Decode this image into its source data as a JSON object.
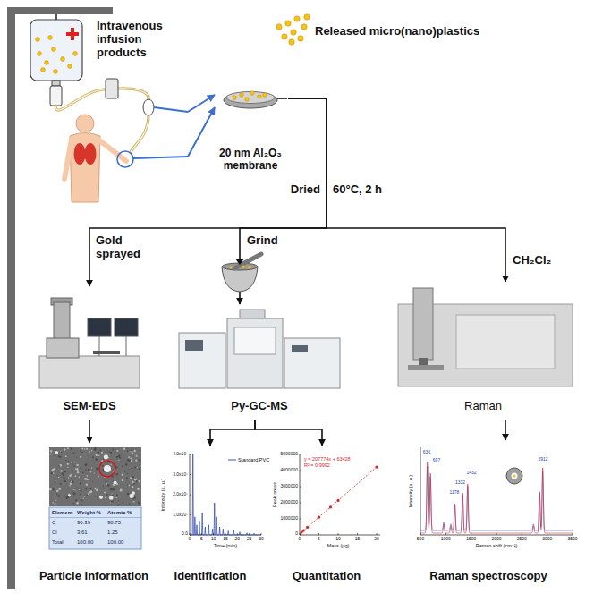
{
  "diagram": {
    "nodes": [
      {
        "text": [
          "Intravenous infusion products"
        ]
      },
      {
        "text": [
          "20 nm Al₂O₃ membrane"
        ]
      },
      {
        "text": [
          "SEM-EDS"
        ]
      },
      {
        "text": [
          "Py-GC-MS"
        ]
      },
      {
        "text": [
          "Raman"
        ]
      },
      {
        "text": [
          "Particle information"
        ]
      },
      {
        "text": [
          "Identification"
        ]
      },
      {
        "text": [
          "Quantitation"
        ]
      },
      {
        "text": [
          "Raman spectroscopy"
        ]
      }
    ],
    "edges": [
      {
        "from": 0,
        "to": 1,
        "arrow": "to"
      },
      {
        "from": 0,
        "to": 1,
        "arrow": "to"
      },
      {
        "from": 1,
        "to": 2,
        "label": "Gold sprayed",
        "arrow": "to"
      },
      {
        "from": 1,
        "to": 3,
        "label": "Grind",
        "arrow": "to"
      },
      {
        "from": 1,
        "to": 4,
        "label": "CH₂Cl₂",
        "arrow": "to"
      },
      {
        "from": 2,
        "to": 5,
        "arrow": "to"
      },
      {
        "from": 3,
        "to": 6,
        "arrow": "to"
      },
      {
        "from": 3,
        "to": 7,
        "arrow": "to"
      },
      {
        "from": 4,
        "to": 8,
        "arrow": "to"
      }
    ],
    "labels": [
      "Released micro(nano)plastics",
      "Dried",
      "60°C, 2 h",
      "Element",
      "Weight %",
      "Atomic %",
      "C",
      "96.39",
      "98.75",
      "Cl",
      "3.61",
      "1.25",
      "Total",
      "100.00",
      "100.00",
      "Intensity (a. u.)",
      "0.0",
      "1.0x10⁷",
      "2.0x10⁷",
      "3.0x10⁷",
      "4.0x10⁷",
      "0",
      "5",
      "10",
      "15",
      "20",
      "25",
      "30",
      "Time (min)",
      "y = 207774x + 63428",
      "R² = 0.9992",
      "Peak areas",
      "0",
      "1000000",
      "2000000",
      "3000000",
      "4000000",
      "5000000",
      "0",
      "5",
      "10",
      "15",
      "20",
      "Mass (μg)",
      "Intensity (a. u.)",
      "500",
      "1000",
      "1500",
      "2000",
      "2500",
      "3000",
      "3500",
      "Raman shift (cm⁻¹)",
      "636",
      "697",
      "1178",
      "1332",
      "1432",
      "2912"
    ],
    "legend": [
      {
        "text": "Standard PVC"
      }
    ]
  }
}
